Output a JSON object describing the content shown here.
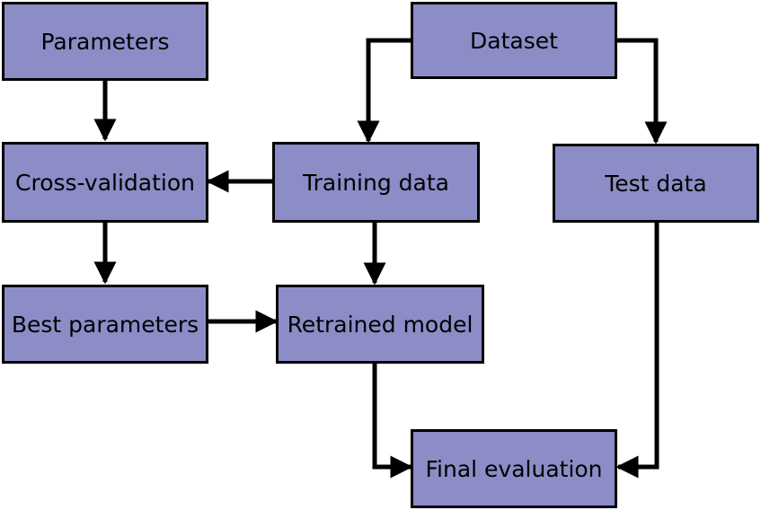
{
  "nodes": {
    "parameters": "Parameters",
    "dataset": "Dataset",
    "cross_validation": "Cross-validation",
    "training_data": "Training data",
    "test_data": "Test data",
    "best_parameters": "Best parameters",
    "retrained_model": "Retrained model",
    "final_evaluation": "Final evaluation"
  },
  "colors": {
    "box_fill": "#8c8cc7",
    "border": "#000000",
    "arrow": "#000000"
  }
}
